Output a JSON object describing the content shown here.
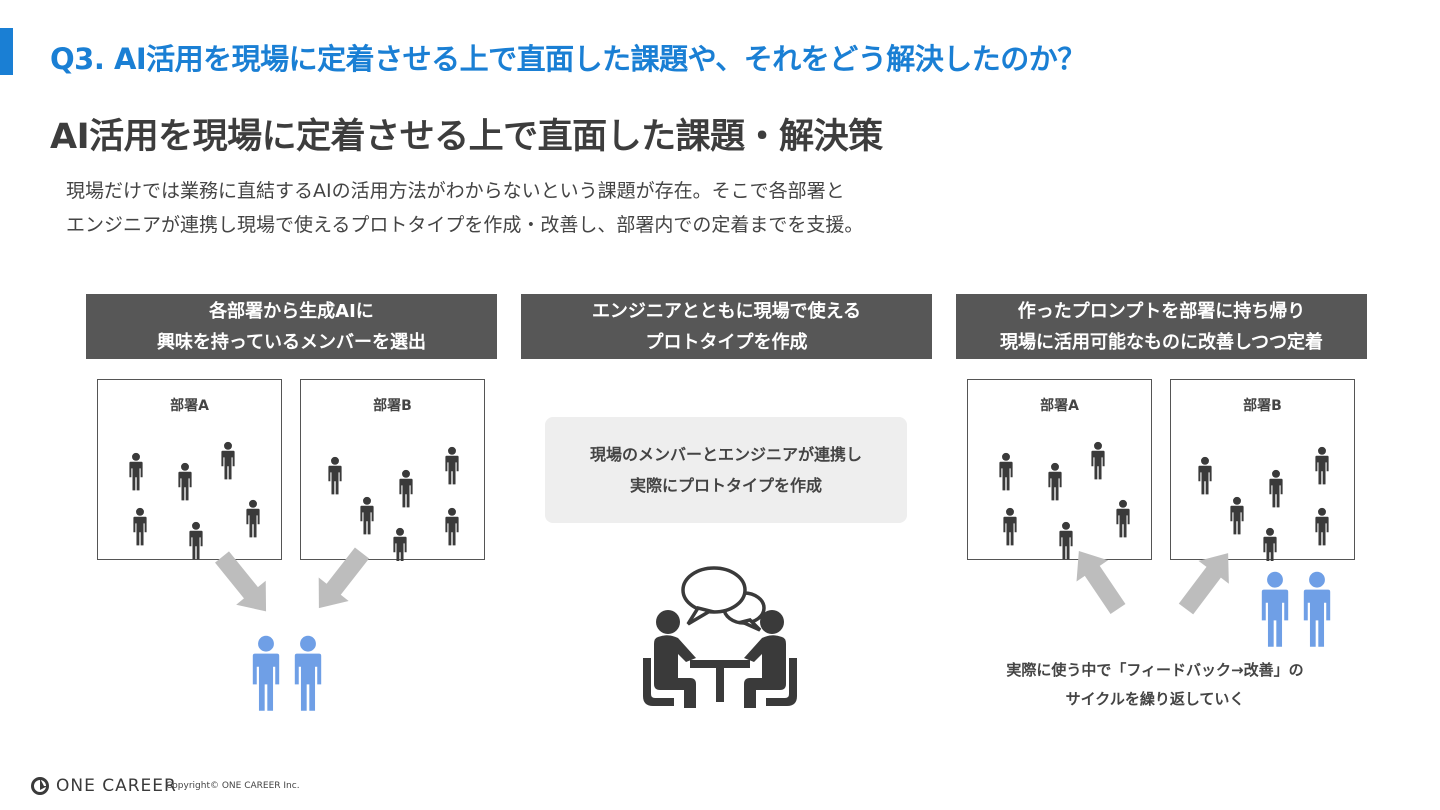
{
  "header": {
    "question": "Q3. AI活用を現場に定着させる上で直面した課題や、それをどう解決したのか？",
    "title": "AI活用を現場に定着させる上で直面した課題・解決策",
    "lead_lines": [
      "現場だけでは業務に直結するAIの活用方法がわからないという課題が存在。そこで各部署と",
      "エンジニアが連携し現場で使えるプロトタイプを作成・改善し、部署内での定着までを支援。"
    ]
  },
  "steps": [
    {
      "header_lines": [
        "各部署から生成AIに",
        "興味を持っているメンバーを選出"
      ],
      "departments": [
        "部署A",
        "部署B"
      ]
    },
    {
      "header_lines": [
        "エンジニアとともに現場で使える",
        "プロトタイプを作成"
      ],
      "card_lines": [
        "現場のメンバーとエンジニアが連携し",
        "実際にプロトタイプを作成"
      ]
    },
    {
      "header_lines": [
        "作ったプロンプトを部署に持ち帰り",
        "現場に活用可能なものに改善しつつ定着"
      ],
      "departments": [
        "部署A",
        "部署B"
      ],
      "caption_lines": [
        "実際に使う中で「フィードバック→改善」の",
        "サイクルを繰り返していく"
      ]
    }
  ],
  "colors": {
    "accent": "#1a7fd4",
    "header_bg": "#575757",
    "person_dark": "#3a3a3a",
    "person_blue": "#6f9fe6",
    "arrow": "#bdbdbd",
    "card_bg": "#eeeeee"
  },
  "footer": {
    "logo_icon": "one-career-logo-icon",
    "logo_text": "ONE CAREER",
    "copyright": "Copyright© ONE CAREER Inc."
  }
}
